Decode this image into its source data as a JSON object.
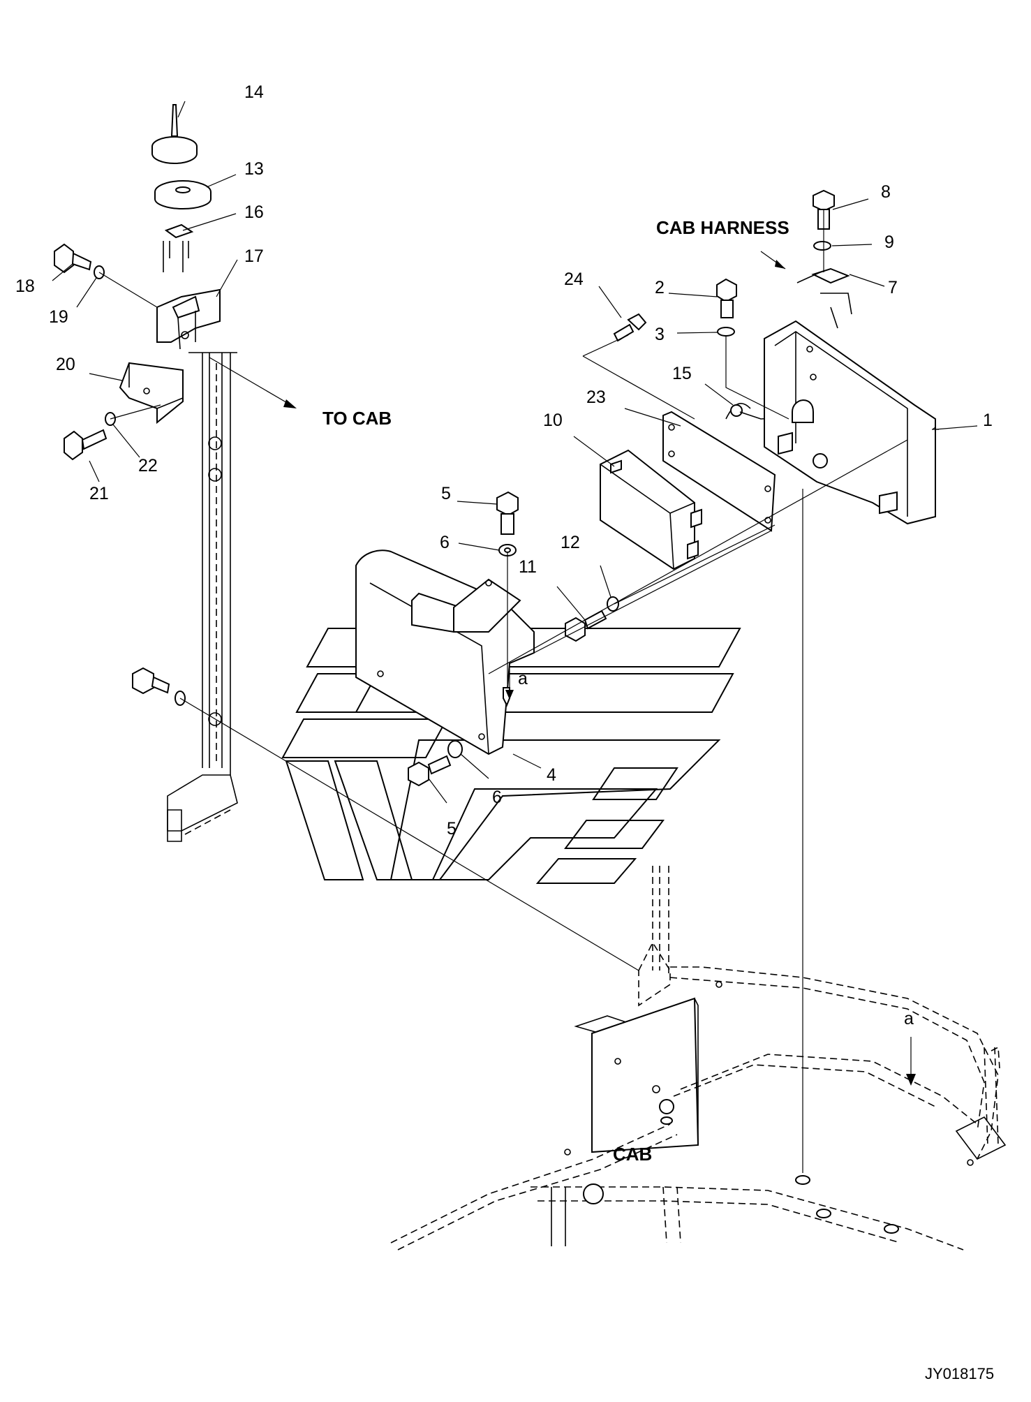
{
  "drawing": {
    "code": "JY018175",
    "labels": {
      "cab_harness": "CAB HARNESS",
      "to_cab": "TO CAB",
      "cab": "CAB",
      "view_a_top": "a",
      "view_a_bottom": "a"
    }
  },
  "callouts": [
    {
      "id": "c14",
      "text": "14"
    },
    {
      "id": "c13",
      "text": "13"
    },
    {
      "id": "c16",
      "text": "16"
    },
    {
      "id": "c17",
      "text": "17"
    },
    {
      "id": "c18",
      "text": "18"
    },
    {
      "id": "c19",
      "text": "19"
    },
    {
      "id": "c20",
      "text": "20"
    },
    {
      "id": "c21",
      "text": "21"
    },
    {
      "id": "c22",
      "text": "22"
    },
    {
      "id": "c8",
      "text": "8"
    },
    {
      "id": "c9",
      "text": "9"
    },
    {
      "id": "c7",
      "text": "7"
    },
    {
      "id": "c24",
      "text": "24"
    },
    {
      "id": "c2",
      "text": "2"
    },
    {
      "id": "c3",
      "text": "3"
    },
    {
      "id": "c15",
      "text": "15"
    },
    {
      "id": "c23",
      "text": "23"
    },
    {
      "id": "c10",
      "text": "10"
    },
    {
      "id": "c1",
      "text": "1"
    },
    {
      "id": "c5a",
      "text": "5"
    },
    {
      "id": "c6a",
      "text": "6"
    },
    {
      "id": "c11",
      "text": "11"
    },
    {
      "id": "c12",
      "text": "12"
    },
    {
      "id": "c6b",
      "text": "6"
    },
    {
      "id": "c5b",
      "text": "5"
    },
    {
      "id": "c4",
      "text": "4"
    }
  ]
}
